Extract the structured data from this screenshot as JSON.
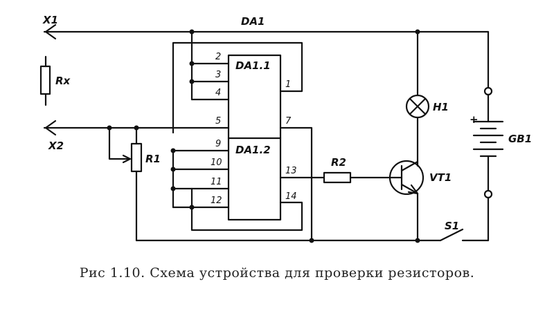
{
  "labels": {
    "x1": "X1",
    "x2": "X2",
    "rx": "Rx",
    "r1": "R1",
    "r2": "R2",
    "da1": "DA1",
    "da1_1": "DA1.1",
    "da1_2": "DA1.2",
    "h1": "H1",
    "vt1": "VT1",
    "gb1": "GB1",
    "s1": "S1",
    "plus": "+"
  },
  "pins": {
    "p1": "1",
    "p2": "2",
    "p3": "3",
    "p4": "4",
    "p5": "5",
    "p7": "7",
    "p9": "9",
    "p10": "10",
    "p11": "11",
    "p12": "12",
    "p13": "13",
    "p14": "14"
  },
  "caption": "Рис 1.10. Схема устройства для проверки резисторов."
}
